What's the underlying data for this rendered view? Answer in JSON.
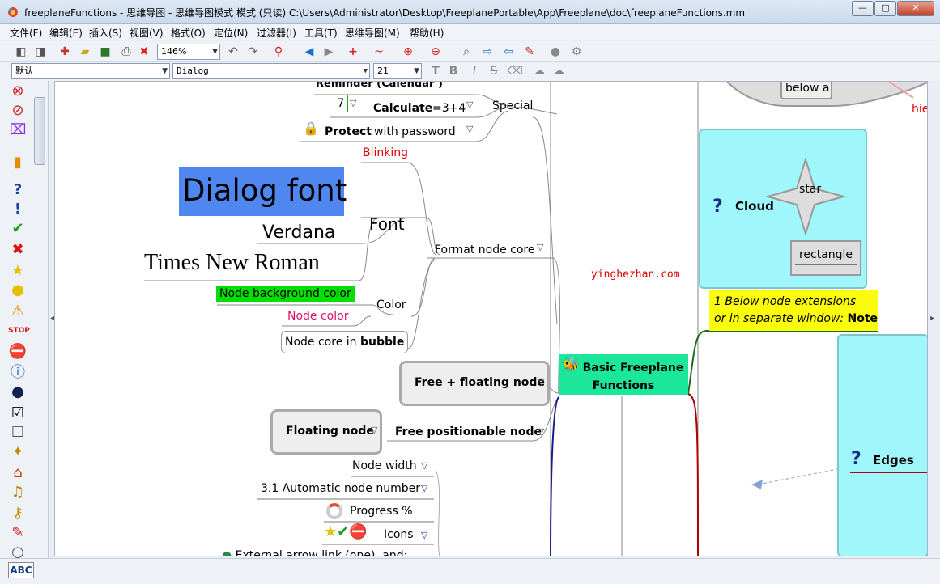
{
  "window": {
    "title": "freeplaneFunctions - 思维导图 - 思维导图模式 模式 (只读) C:\\Users\\Administrator\\Desktop\\FreeplanePortable\\App\\Freeplane\\doc\\freeplaneFunctions.mm",
    "minimize": "—",
    "maximize": "□",
    "close": "✕"
  },
  "menu": [
    "文件(F)",
    "编辑(E)",
    "插入(S)",
    "视图(V)",
    "格式(O)",
    "定位(N)",
    "过滤器(I)",
    "工具(T)",
    "思维导图(M)",
    "帮助(H)"
  ],
  "toolbar": {
    "zoom": "146%"
  },
  "formatbar": {
    "style": "默认",
    "font": "Dialog",
    "size": "21",
    "bold": "B",
    "italic": "I",
    "strike": "S"
  },
  "map": {
    "reminder": "Reminder (Calendar )",
    "calc_num": "7",
    "calculate": "Calculate",
    "calc_formula": "=3+4",
    "special": "Special",
    "protect": "Protect",
    "protect_rest": "with password",
    "blinking": "Blinking",
    "dialog_font": "Dialog font",
    "font": "Font",
    "verdana": "Verdana",
    "times": "Times New Roman",
    "format_core": "Format node core",
    "bg_color": "Node background color",
    "color": "Color",
    "node_color": "Node color",
    "bubble_pre": "Node core in",
    "bubble_bold": "bubble",
    "free_floating": "Free + floating node",
    "floating": "Floating node",
    "free_pos": "Free positionable node",
    "node_width": "Node width",
    "auto_number": "3.1 Automatic node number",
    "progress": "Progress %",
    "icons": "Icons",
    "ext_arrow": "External arrow link (one), and:",
    "root_line1": "Basic Freeplane",
    "root_line2": "Functions",
    "below_a": "below a",
    "hie": "hie",
    "cloud": "Cloud",
    "star": "star",
    "rectangle": "rectangle",
    "watermark": "yinghezhan.com",
    "note_line1": "1 Below node extensions",
    "note_line2a": "or in separate window:",
    "note_line2b": "Note",
    "edges": "Edges"
  },
  "statusbar": {
    "spell": "ABC"
  },
  "colors": {
    "root_bg": "#1be699",
    "cloud_bg": "#9ff7fb",
    "note_bg": "#fbfb0d",
    "bg_color_node": "#00e000",
    "dialog_bg": "#4f86f0",
    "red_text": "#e00000",
    "pink_text": "#e0106a"
  }
}
